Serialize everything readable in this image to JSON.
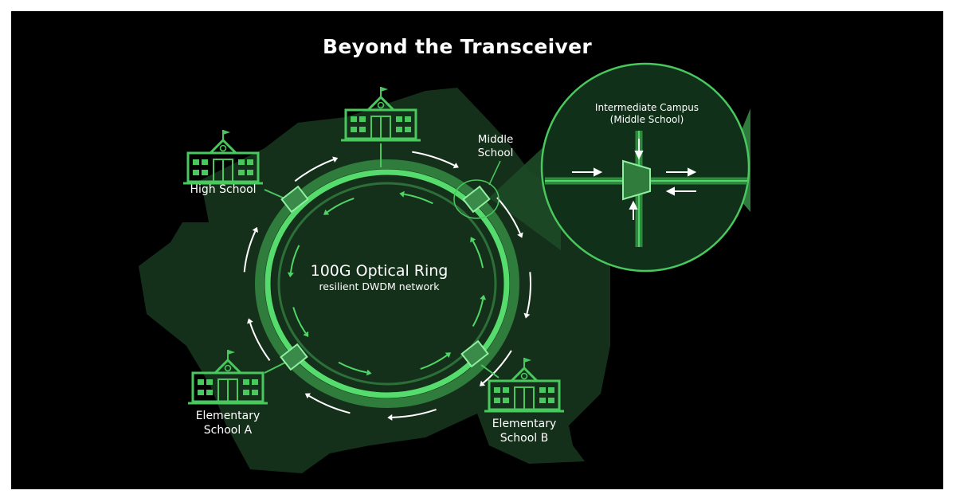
{
  "title": "Beyond the Transceiver",
  "ring": {
    "title": "100G Optical Ring",
    "subtitle": "resilient DWDM network"
  },
  "nodes": {
    "high_school": "High School",
    "middle_school_line1": "Middle",
    "middle_school_line2": "School",
    "elem_a_line1": "Elementary",
    "elem_a_line2": "School A",
    "elem_b_line1": "Elementary",
    "elem_b_line2": "School B"
  },
  "inset": {
    "line1": "Intermediate Campus",
    "line2": "(Middle School)"
  },
  "icons": [
    "school-building-icon",
    "optical-node-icon",
    "multiplexer-icon",
    "arrow-icon"
  ],
  "colors": {
    "background": "#000000",
    "map": "#15301a",
    "ring": "#4fd666",
    "accent": "#49c85e",
    "text": "#ffffff"
  }
}
